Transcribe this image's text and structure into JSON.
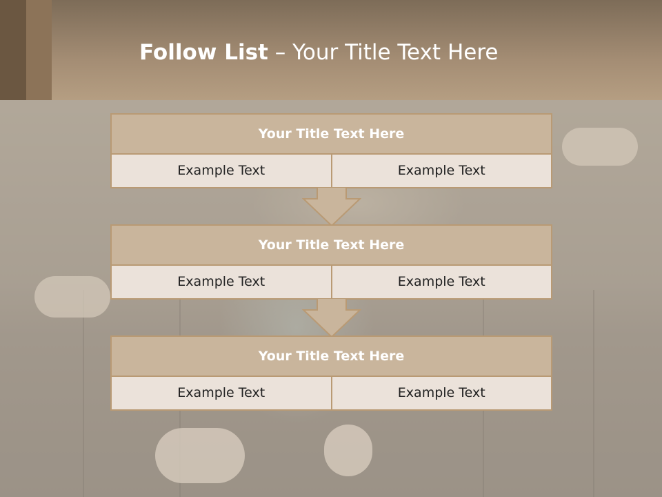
{
  "title": {
    "bold": "Follow List",
    "rest": " – Your Title Text Here"
  },
  "steps": [
    {
      "heading": "Your Title Text Here",
      "left": "Example Text",
      "right": "Example Text"
    },
    {
      "heading": "Your Title Text Here",
      "left": "Example Text",
      "right": "Example Text"
    },
    {
      "heading": "Your Title Text Here",
      "left": "Example Text",
      "right": "Example Text"
    }
  ],
  "colors": {
    "header": "#b59e82",
    "box_header": "#c9b59c",
    "box_cell": "#ebe2da",
    "border": "#b99a74",
    "arrow": "#c9b59c"
  }
}
